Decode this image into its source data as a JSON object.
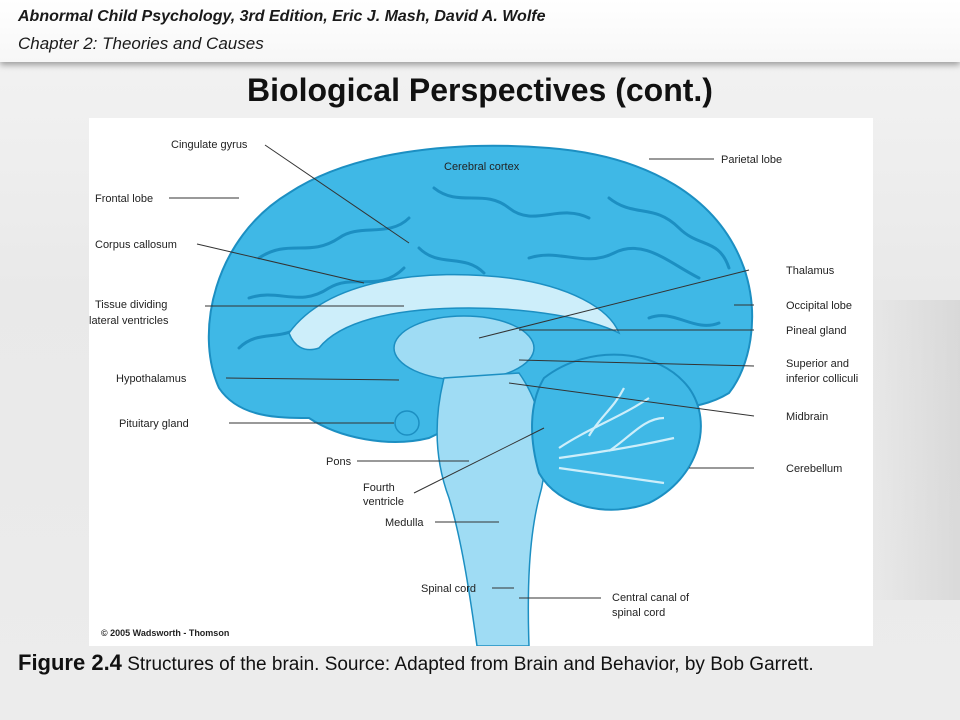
{
  "header": {
    "line1": "Abnormal Child Psychology, 3rd Edition, Eric J. Mash, David A. Wolfe",
    "line2": "Chapter 2: Theories and Causes"
  },
  "slide_title": "Biological Perspectives (cont.)",
  "figure": {
    "labels": {
      "cingulate_gyrus": "Cingulate gyrus",
      "cerebral_cortex": "Cerebral cortex",
      "parietal_lobe": "Parietal lobe",
      "frontal_lobe": "Frontal lobe",
      "corpus_callosum": "Corpus callosum",
      "thalamus": "Thalamus",
      "tissue_dividing_1": "Tissue dividing",
      "tissue_dividing_2": "lateral ventricles",
      "occipital_lobe": "Occipital lobe",
      "pineal_gland": "Pineal gland",
      "superior_colliculi_1": "Superior and",
      "superior_colliculi_2": "inferior colliculi",
      "hypothalamus": "Hypothalamus",
      "midbrain": "Midbrain",
      "pituitary_gland": "Pituitary gland",
      "pons": "Pons",
      "cerebellum": "Cerebellum",
      "fourth_ventricle_1": "Fourth",
      "fourth_ventricle_2": "ventricle",
      "medulla": "Medulla",
      "spinal_cord": "Spinal cord",
      "central_canal_1": "Central canal of",
      "central_canal_2": "spinal cord"
    },
    "copyright": "© 2005 Wadsworth - Thomson",
    "colors": {
      "cortex": "#3fb8e6",
      "cortex_dark": "#1c8fc2",
      "inner": "#9fdcf4",
      "light": "#cdeefa"
    }
  },
  "caption": {
    "figure_number": "Figure 2.4",
    "text": " Structures of the brain.  Source: Adapted from Brain and Behavior, by Bob Garrett."
  }
}
